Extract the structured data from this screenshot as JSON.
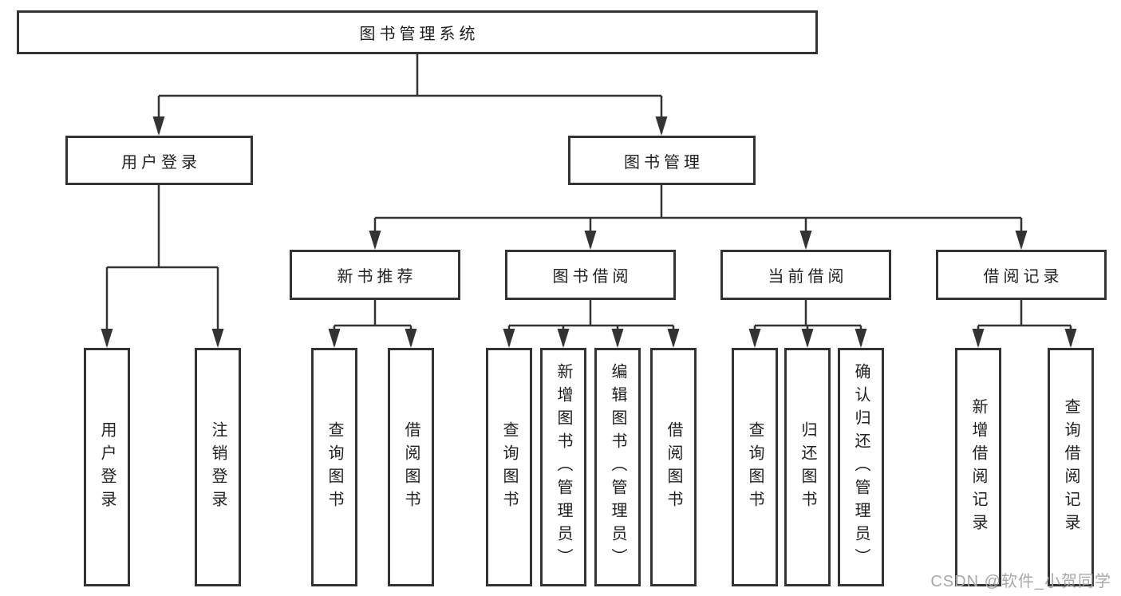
{
  "diagram": {
    "root": {
      "label": "图书管理系统"
    },
    "level2": [
      {
        "label": "用户登录"
      },
      {
        "label": "图书管理"
      }
    ],
    "level3": [
      {
        "label": "新书推荐"
      },
      {
        "label": "图书借阅"
      },
      {
        "label": "当前借阅"
      },
      {
        "label": "借阅记录"
      }
    ],
    "leaves": {
      "user_login": [
        {
          "label": "用户登录"
        },
        {
          "label": "注销登录"
        }
      ],
      "new_book_recommend": [
        {
          "label": "查询图书"
        },
        {
          "label": "借阅图书"
        }
      ],
      "book_borrow": [
        {
          "label": "查询图书"
        },
        {
          "label": "新增图书（管理员）"
        },
        {
          "label": "编辑图书（管理员）"
        },
        {
          "label": "借阅图书"
        }
      ],
      "current_borrow": [
        {
          "label": "查询图书"
        },
        {
          "label": "归还图书"
        },
        {
          "label": "确认归还（管理员）"
        }
      ],
      "borrow_records": [
        {
          "label": "新增借阅记录"
        },
        {
          "label": "查询借阅记录"
        }
      ]
    }
  },
  "watermark": {
    "text": "CSDN @软件_小贺同学"
  },
  "colors": {
    "line": "#333333",
    "text": "#1f1f1f",
    "watermark": "#a8a8a8",
    "background": "#ffffff"
  }
}
